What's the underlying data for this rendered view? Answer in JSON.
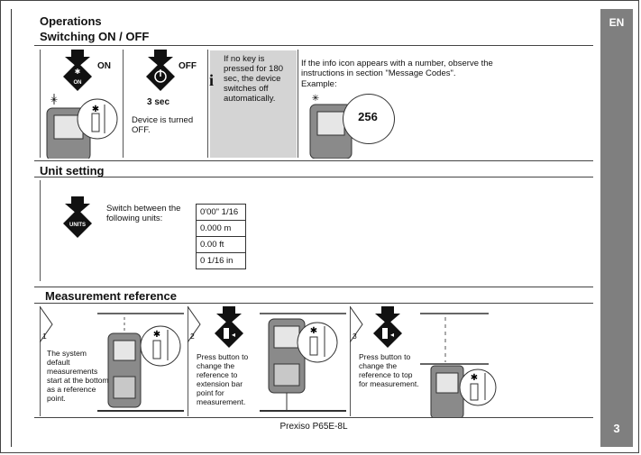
{
  "language_tab": "EN",
  "page_number": "3",
  "footer": "Prexiso P65E-8L",
  "operations": {
    "title": "Operations",
    "switch_heading": "Switching   ON / OFF",
    "on_label": "ON",
    "on_key": "ON",
    "off_label": "OFF",
    "off_time": "3 sec",
    "off_text": "Device is turned OFF.",
    "info_text": "If no key is pressed for 180 sec, the device switches off automatically.",
    "message_text": "If the info icon appears with a number, observe the instructions in section \"Message Codes\".",
    "example_label": "Example:",
    "example_code": "256"
  },
  "unit_setting": {
    "title": "Unit setting",
    "key": "UNITS",
    "text": "Switch between the following units:",
    "units": [
      "0'00\" 1/16",
      "0.000 m",
      "0.00 ft",
      "0 1/16 in"
    ]
  },
  "measurement_reference": {
    "title": "Measurement reference",
    "steps": [
      {
        "number": "1",
        "text": "The system default measurements start at the bottom as a reference point."
      },
      {
        "number": "2",
        "text": "Press button to change the reference to extension bar point for measurement."
      },
      {
        "number": "3",
        "text": "Press button to change the reference to top for measurement."
      }
    ]
  },
  "colors": {
    "grey_band": "#7f7f7f",
    "info_box": "#d4d4d4",
    "device_body": "#8a8a8a"
  }
}
